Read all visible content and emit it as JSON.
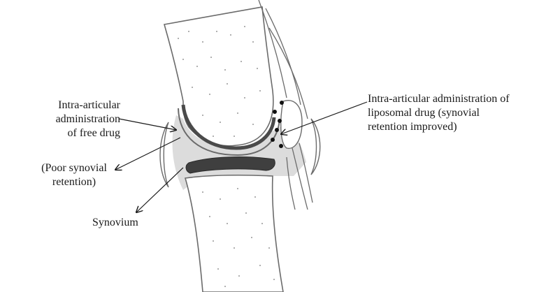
{
  "diagram": {
    "labels": {
      "free_drug": [
        "Intra-articular",
        "administration",
        "of free drug"
      ],
      "poor_retention": [
        "(Poor synovial",
        "retention)"
      ],
      "synovium": "Synovium",
      "liposomal": [
        "Intra-articular administration of",
        "liposomal drug (synovial",
        "retention improved)"
      ]
    },
    "colors": {
      "line": "#6b6b6b",
      "cartilage": "#4a4a4a",
      "synovial_fill": "#dcdcdc",
      "bone_fill": "#ffffff",
      "dots": "#111111",
      "text": "#1a1a1a"
    }
  }
}
